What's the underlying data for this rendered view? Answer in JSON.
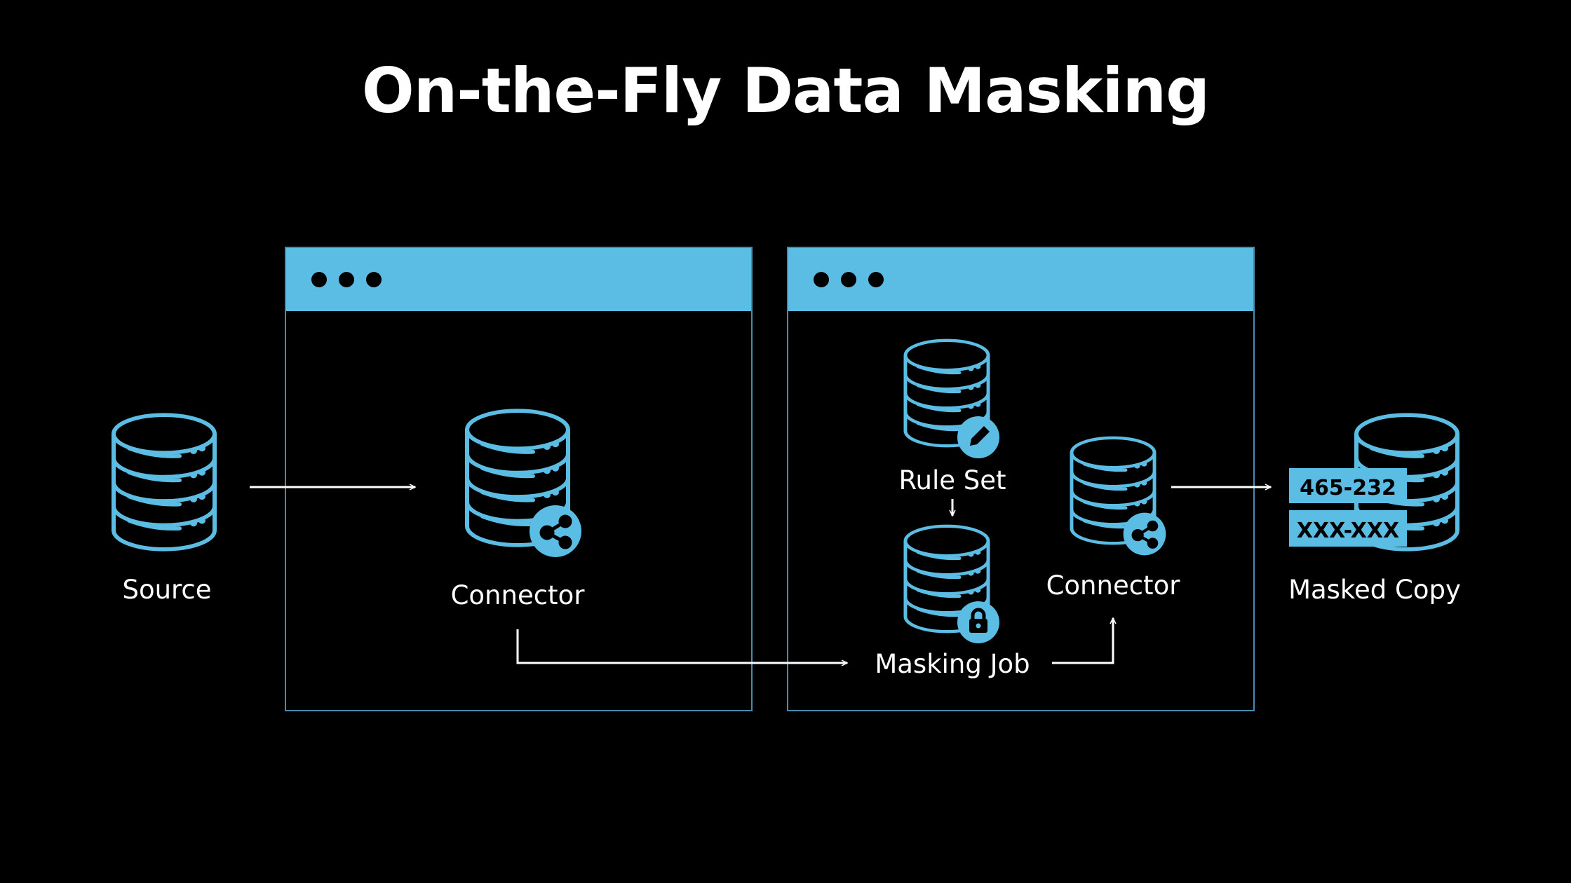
{
  "title": "On-the-Fly Data Masking",
  "colors": {
    "background": "#000000",
    "accent": "#5bbde3",
    "window_border": "#4a8ab0",
    "text": "#ffffff"
  },
  "nodes": {
    "source": {
      "label": "Source",
      "icon": "database-icon"
    },
    "connector_left": {
      "label": "Connector",
      "icon": "database-share-icon"
    },
    "rule_set": {
      "label": "Rule Set",
      "icon": "database-edit-icon"
    },
    "masking_job": {
      "label": "Masking Job",
      "icon": "database-lock-icon"
    },
    "connector_right": {
      "label": "Connector",
      "icon": "database-share-icon"
    },
    "masked_copy": {
      "label": "Masked Copy",
      "icon": "database-masked-icon",
      "tag_top": "465-232",
      "tag_bottom": "XXX-XXX"
    }
  },
  "edges": [
    {
      "from": "source",
      "to": "connector_left"
    },
    {
      "from": "connector_left",
      "to": "masking_job"
    },
    {
      "from": "rule_set",
      "to": "masking_job"
    },
    {
      "from": "masking_job",
      "to": "connector_right"
    },
    {
      "from": "connector_right",
      "to": "masked_copy"
    }
  ]
}
